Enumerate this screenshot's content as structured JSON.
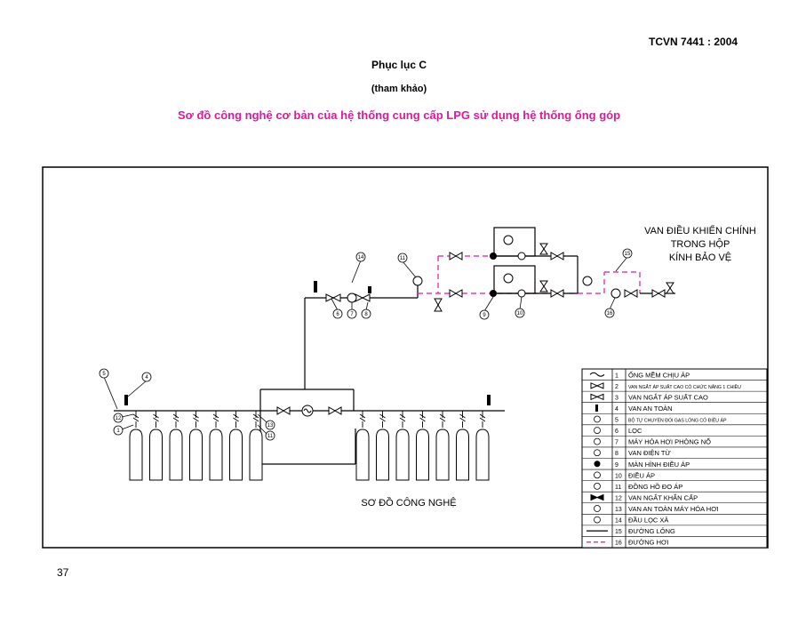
{
  "header": {
    "standard": "TCVN 7441 : 2004",
    "appendix": "Phục lục C",
    "reference": "(tham khảo)",
    "title": "Sơ đồ công nghệ cơ bản của hệ thống cung cấp LPG sử dụng hệ thống ống góp"
  },
  "diagram": {
    "main_valve_note": [
      "VAN ĐIỀU KHIỂN CHÍNH",
      "TRONG HỘP",
      "KÍNH BẢO VỆ"
    ],
    "caption": "SƠ ĐỒ CÔNG NGHỆ",
    "callouts": {
      "c1": "1",
      "c4": "4",
      "c5": "5",
      "c6": "6",
      "c7": "7",
      "c8": "8",
      "c9": "9",
      "c10": "10",
      "c11a": "11",
      "c11b": "11",
      "c12": "12",
      "c13": "13",
      "c14": "14",
      "c15": "15",
      "c16": "16"
    },
    "left_cylinder_count": 7,
    "right_cylinder_count": 7
  },
  "legend": [
    {
      "num": "1",
      "label": "ỐNG MỀM CHỊU ÁP",
      "icon": "flexible-hose-icon"
    },
    {
      "num": "2",
      "label": "VAN NGẮT ÁP SUẤT CAO CÓ CHỨC NĂNG 1 CHIỀU",
      "icon": "check-shutoff-valve-icon"
    },
    {
      "num": "3",
      "label": "VAN NGẮT ÁP SUẤT CAO",
      "icon": "shutoff-valve-icon"
    },
    {
      "num": "4",
      "label": "VAN AN TOÀN",
      "icon": "safety-valve-icon"
    },
    {
      "num": "5",
      "label": "BỘ TỰ CHUYỂN ĐỔI GAS LỎNG CÓ ĐIỀU ÁP",
      "icon": "changeover-regulator-icon"
    },
    {
      "num": "6",
      "label": "LỌC",
      "icon": "filter-icon"
    },
    {
      "num": "7",
      "label": "MÁY HÓA HƠI PHÒNG NỔ",
      "icon": "vaporizer-icon"
    },
    {
      "num": "8",
      "label": "VAN ĐIỆN TỪ",
      "icon": "solenoid-valve-icon"
    },
    {
      "num": "9",
      "label": "MÀN HÌNH ĐIỀU ÁP",
      "icon": "regulator-display-icon"
    },
    {
      "num": "10",
      "label": "ĐIỀU ÁP",
      "icon": "regulator-icon"
    },
    {
      "num": "11",
      "label": "ĐỒNG HỒ ĐO ÁP",
      "icon": "pressure-gauge-icon"
    },
    {
      "num": "12",
      "label": "VAN NGẮT KHẨN CẤP",
      "icon": "emergency-valve-icon"
    },
    {
      "num": "13",
      "label": "VAN AN TOÀN MÁY HÓA HƠI",
      "icon": "vaporizer-safety-valve-icon"
    },
    {
      "num": "14",
      "label": "ĐẦU LỌC XẢ",
      "icon": "drain-filter-icon"
    },
    {
      "num": "15",
      "label": "ĐƯỜNG LỎNG",
      "icon": "liquid-line-icon"
    },
    {
      "num": "16",
      "label": "ĐƯỜNG HƠI",
      "icon": "vapor-line-icon"
    }
  ],
  "footer": {
    "page_number": "37"
  },
  "colors": {
    "title": "#e0189e",
    "vapor_line": "#e0189e",
    "line": "#000000"
  }
}
